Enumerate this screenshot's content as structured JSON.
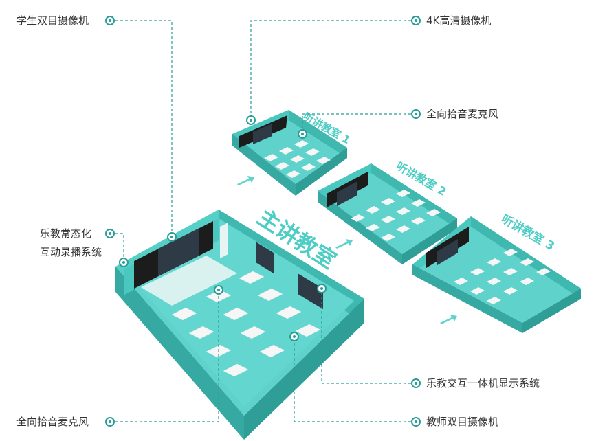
{
  "colors": {
    "accent": "#2a9d96",
    "room_wall": "#4ecdc4",
    "room_floor": "#5fd3cb",
    "room_side": "#3fb8b0",
    "screen": "#1c1c1c",
    "desk": "#f4f4f4",
    "label_text": "#333333"
  },
  "rooms": {
    "main": "主讲教室",
    "listen1": "听讲教室 1",
    "listen2": "听讲教室 2",
    "listen3": "听讲教室 3"
  },
  "callouts": {
    "student_camera": "学生双目摄像机",
    "camera_4k": "4K高清摄像机",
    "mic_listen": "全向拾音麦克风",
    "recording_line1": "乐教常态化",
    "recording_line2": "互动录播系统",
    "display_system": "乐教交互一体机显示系统",
    "mic_main": "全向拾音麦克风",
    "teacher_camera": "教师双目摄像机"
  }
}
